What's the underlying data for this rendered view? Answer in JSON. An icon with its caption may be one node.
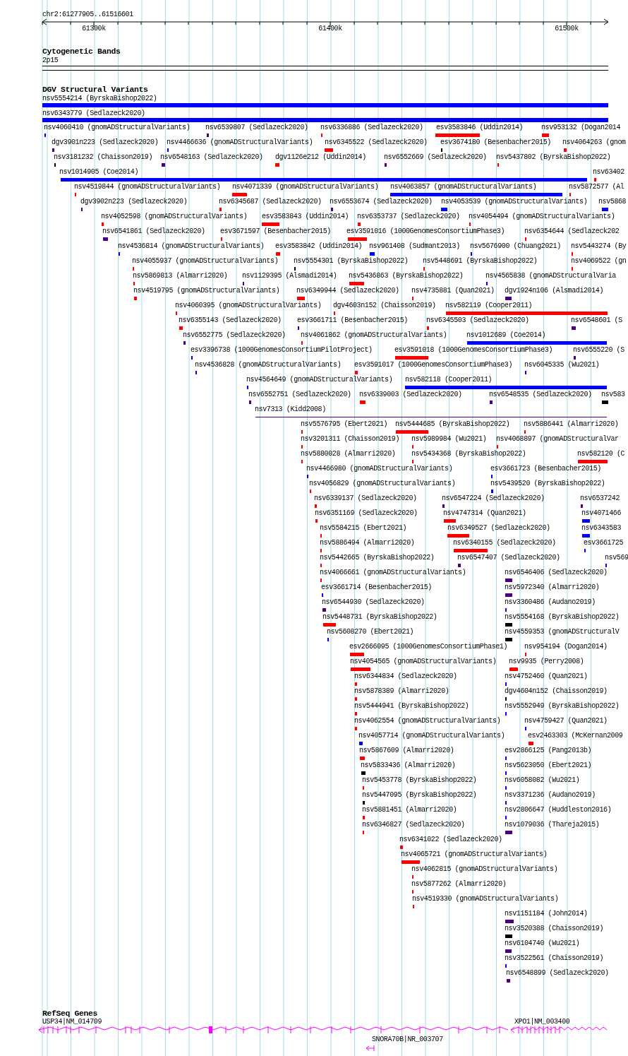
{
  "diagram": {
    "labels": [
      "chr2:61277905..61516601",
      "61300k",
      "61400k",
      "61500k",
      "Cytogenetic Bands",
      "2p15",
      "DGV Structural Variants",
      "nsv5554214 (ByrskaBishop2022)",
      "nsv6343779 (Sedlazeck2020)",
      "nsv4060410 (gnomADStructuralVariants)",
      "nsv6539807 (Sedlazeck2020)",
      "nsv6336886 (Sedlazeck2020)",
      "esv3583846 (Uddin2014)",
      "nsv953132 (Dogan2014",
      "dgv3901n223 (Sedlazeck2020)",
      "nsv4466636 (gnomADStructuralVariants)",
      "nsv6345522 (Sedlazeck2020)",
      "esv3674180 (Besenbacher2015)",
      "nsv4064263 (gnom",
      "nsv3181232 (Chaisson2019)",
      "nsv6548163 (Sedlazeck2020)",
      "dgv1126e212 (Uddin2014)",
      "nsv6552669 (Sedlazeck2020)",
      "nsv5437802 (ByrskaBishop2022)",
      "nsv1014905 (Coe2014)",
      "nsv63402",
      "nsv4519844 (gnomADStructuralVariants)",
      "nsv4071339 (gnomADStructuralVariants)",
      "nsv4063857 (gnomADStructuralVariants)",
      "nsv5872577 (Al",
      "dgv3902n223 (Sedlazeck2020)",
      "nsv6345687 (Sedlazeck2020)",
      "nsv6553674 (Sedlazeck2020)",
      "nsv4053539 (gnomADStructuralVariants)",
      "nsv5868",
      "nsv4052598 (gnomADStructuralVariants)",
      "esv3583843 (Uddin2014)",
      "nsv6353737 (Sedlazeck2020)",
      "nsv4054494 (gnomADStructuralVariants)",
      "nsv6541861 (Sedlazeck2020)",
      "esv3671597 (Besenbacher2015)",
      "esv3591016 (1000GenomesConsortiumPhase3)",
      "nsv6354644 (Sedlazeck202",
      "nsv4536814 (gnomADStructuralVariants)",
      "esv3583842 (Uddin2014)",
      "nsv961408 (Sudmant2013)",
      "nsv5676900 (Chuang2021)",
      "nsv5443274 (By",
      "nsv4055937 (gnomADStructuralVariants)",
      "nsv5554301 (ByrskaBishop2022)",
      "nsv5448691 (ByrskaBishop2022)",
      "nsv4069522 (gn",
      "nsv5869813 (Almarri2020)",
      "nsv1129395 (Alsmadi2014)",
      "nsv5436863 (ByrskaBishop2022)",
      "nsv4565838 (gnomADStructuralVaria",
      "nsv4519795 (gnomADStructuralVariants)",
      "nsv6349944 (Sedlazeck2020)",
      "nsv4735881 (Quan2021)",
      "dgv1924n106 (Alsmadi2014)",
      "nsv4060395 (gnomADStructuralVariants)",
      "dgv4603n152 (Chaisson2019)",
      "nsv582119 (Cooper2011)",
      "nsv6355143 (Sedlazeck2020)",
      "esv3661711 (Besenbacher2015)",
      "nsv6345503 (Sedlazeck2020)",
      "nsv6548601 (S",
      "nsv6552775 (Sedlazeck2020)",
      "nsv4061862 (gnomADStructuralVariants)",
      "nsv1012689 (Coe2014)",
      "esv3396738 (1000GenomesConsortiumPilotProject)",
      "esv3591018 (1000GenomesConsortiumPhase3)",
      "nsv6555220 (S",
      "nsv4536828 (gnomADStructuralVariants)",
      "esv3591017 (1000GenomesConsortiumPhase3)",
      "nsv6045335 (Wu2021)",
      "nsv4564649 (gnomADStructuralVariants)",
      "nsv582118 (Cooper2011)",
      "nsv6552751 (Sedlazeck2020)",
      "nsv6339003 (Sedlazeck2020)",
      "nsv6548535 (Sedlazeck2020)",
      "nsv583",
      "nsv7313 (Kidd2008)",
      "nsv5576795 (Ebert2021)",
      "nsv5444685 (ByrskaBishop2022)",
      "nsv5886441 (Almarri2020)",
      "nsv3201311 (Chaisson2019)",
      "nsv5989984 (Wu2021)",
      "nsv4068897 (gnomADStructuralVar",
      "nsv5880028 (Almarri2020)",
      "nsv5434368 (ByrskaBishop2022)",
      "nsv582120 (C",
      "nsv4466980 (gnomADStructuralVariants)",
      "esv3661723 (Besenbacher2015)",
      "nsv4056829 (gnomADStructuralVariants)",
      "nsv5439520 (ByrskaBishop2022)",
      "nsv6339137 (Sedlazeck2020)",
      "nsv6547224 (Sedlazeck2020)",
      "nsv6537242",
      "nsv6351169 (Sedlazeck2020)",
      "nsv4747314 (Quan2021)",
      "nsv4071466",
      "nsv5584215 (Ebert2021)",
      "nsv6349527 (Sedlazeck2020)",
      "nsv6343583",
      "nsv5886494 (Almarri2020)",
      "nsv6340155 (Sedlazeck2020)",
      "esv3661725",
      "nsv5442665 (ByrskaBishop2022)",
      "nsv6547407 (Sedlazeck2020)",
      "nsv569",
      "nsv4066661 (gnomADStructuralVariants)",
      "nsv6546406 (Sedlazeck2020)",
      "esv3661714 (Besenbacher2015)",
      "nsv5972340 (Almarri2020)",
      "nsv6544930 (Sedlazeck2020)",
      "nsv3360486 (Audano2019)",
      "nsv5448731 (ByrskaBishop2022)",
      "nsv5554168 (ByrskaBishop2022)",
      "nsv5608270 (Ebert2021)",
      "nsv4559353 (gnomADStructuralV",
      "esv2666095 (1000GenomesConsortiumPhase1)",
      "nsv954194 (Dogan2014)",
      "nsv4054565 (gnomADStructuralVariants)",
      "nsv9935 (Perry2008)",
      "nsv6344834 (Sedlazeck2020)",
      "nsv4752460 (Quan2021)",
      "nsv5878389 (Almarri2020)",
      "dgv4604n152 (Chaisson2019)",
      "nsv5444941 (ByrskaBishop2022)",
      "nsv5552949 (ByrskaBishop2022)",
      "nsv4062554 (gnomADStructuralVariants)",
      "nsv4759427 (Quan2021)",
      "nsv4057714 (gnomADStructuralVariants)",
      "esv2463303 (McKernan2009",
      "nsv5867609 (Almarri2020)",
      "esv2866125 (Pang2013b)",
      "nsv5833436 (Almarri2020)",
      "nsv5623050 (Ebert2021)",
      "nsv5453778 (ByrskaBishop2022)",
      "nsv6058082 (Wu2021)",
      "nsv5447095 (ByrskaBishop2022)",
      "nsv3371236 (Audano2019)",
      "nsv5881451 (Almarri2020)",
      "nsv2806647 (Huddleston2016)",
      "nsv6346827 (Sedlazeck2020)",
      "nsv1079036 (Thareja2015)",
      "nsv6341022 (Sedlazeck2020)",
      "nsv4065721 (gnomADStructuralVariants)",
      "nsv4062815 (gnomADStructuralVariants)",
      "nsv5877262 (Almarri2020)",
      "nsv4519330 (gnomADStructuralVariants)",
      "nsv1151184 (John2014)",
      "nsv3520388 (Chaisson2019)",
      "nsv6104740 (Wu2021)",
      "nsv3522561 (Chaisson2019)",
      "nsv6548899 (Sedlazeck2020)",
      "RefSeq Genes",
      "USP34|NM_014709",
      "XPO1|NM_003400",
      "SNORA70B|NR_003707"
    ]
  }
}
